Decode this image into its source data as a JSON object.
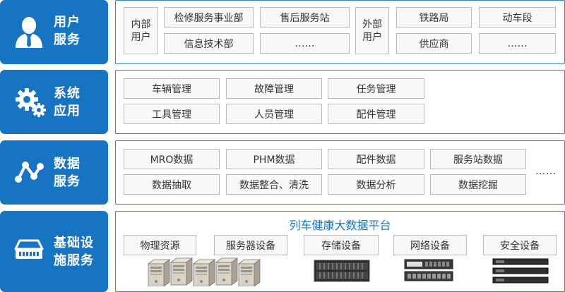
{
  "user_service": {
    "title": "用户\n服务",
    "icon": "user-icon",
    "internal_label": "内部\n用户",
    "internal_items": [
      "检修服务事业部",
      "售后服务站",
      "信息技术部",
      "……"
    ],
    "external_label": "外部\n用户",
    "external_items": [
      "铁路局",
      "动车段",
      "供应商",
      "……"
    ]
  },
  "system_app": {
    "title": "系统\n应用",
    "icon": "gears-icon",
    "items": [
      "车辆管理",
      "故障管理",
      "任务管理",
      "工具管理",
      "人员管理",
      "配件管理"
    ]
  },
  "data_service": {
    "title": "数据\n服务",
    "icon": "network-nodes-icon",
    "items": [
      "MRO数据",
      "PHM数据",
      "配件数据",
      "服务站数据",
      "数据抽取",
      "数据整合、清洗",
      "数据分析",
      "数据挖掘"
    ],
    "more": "……"
  },
  "infrastructure": {
    "title": "基础设\n施服务",
    "icon": "server-icon",
    "platform_title": "列车健康大数据平台",
    "items": [
      "物理资源",
      "服务器设备",
      "存储设备",
      "网络设备",
      "安全设备"
    ]
  },
  "colors": {
    "primary": "#1774c2",
    "border": "#2d82c8",
    "box_bg": "#f8f8f8"
  }
}
